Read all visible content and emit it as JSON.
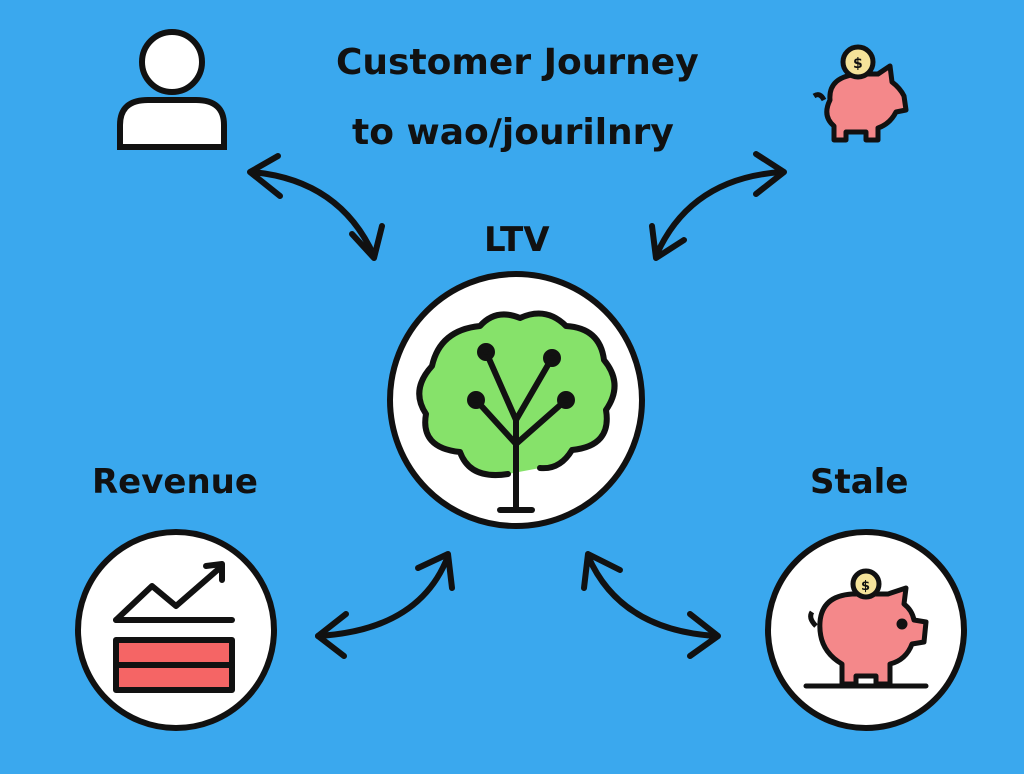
{
  "title": {
    "line1": "Customer Journey",
    "line2": "to wao/jourilnry"
  },
  "nodes": {
    "center": {
      "label": "LTV",
      "icon": "tree-icon"
    },
    "bottom_left": {
      "label": "Revenue",
      "icon": "revenue-chart-icon"
    },
    "bottom_right": {
      "label": "Stale",
      "icon": "piggy-bank-icon"
    },
    "top_left": {
      "label": "",
      "icon": "user-icon"
    },
    "top_right": {
      "label": "",
      "icon": "piggy-bank-coin-icon"
    }
  },
  "edges": [
    {
      "from": "top_left",
      "to": "center",
      "type": "bidirectional"
    },
    {
      "from": "top_right",
      "to": "center",
      "type": "bidirectional"
    },
    {
      "from": "center",
      "to": "bottom_left",
      "type": "bidirectional"
    },
    {
      "from": "center",
      "to": "bottom_right",
      "type": "bidirectional"
    }
  ],
  "colors": {
    "background": "#3aa8ee",
    "stroke": "#111111",
    "node_fill": "#ffffff",
    "tree_green": "#86e26a",
    "piggy_pink": "#f4888a",
    "revenue_red": "#f56565",
    "coin_yellow": "#f5e39a"
  }
}
